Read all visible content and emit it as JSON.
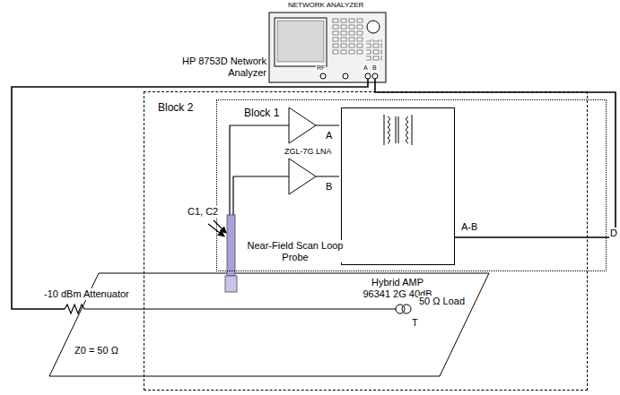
{
  "diagram": {
    "nodes": [
      {
        "text": [
          "NETWORK ANALYZER"
        ]
      },
      {
        "text": [
          "Block 2"
        ]
      },
      {
        "text": [
          "Block 1"
        ],
        "in": 1
      },
      {
        "text": [
          "Hybrid AMP 96341 2G 40dB"
        ],
        "in": 2
      }
    ],
    "edges": [
      {
        "from": 3,
        "to": 0,
        "arrow": "none"
      }
    ],
    "labels": [
      "HP 8753D Network Analyzer",
      "RF",
      "A",
      "B",
      "A",
      "B",
      "A-B",
      "ZGL-7G LNA",
      "C1, C2",
      "Near-Field Scan Loop Probe",
      "-10 dBm Attenuator",
      "Z0 = 50 Ω",
      "50 Ω Load",
      "T",
      "D"
    ]
  }
}
